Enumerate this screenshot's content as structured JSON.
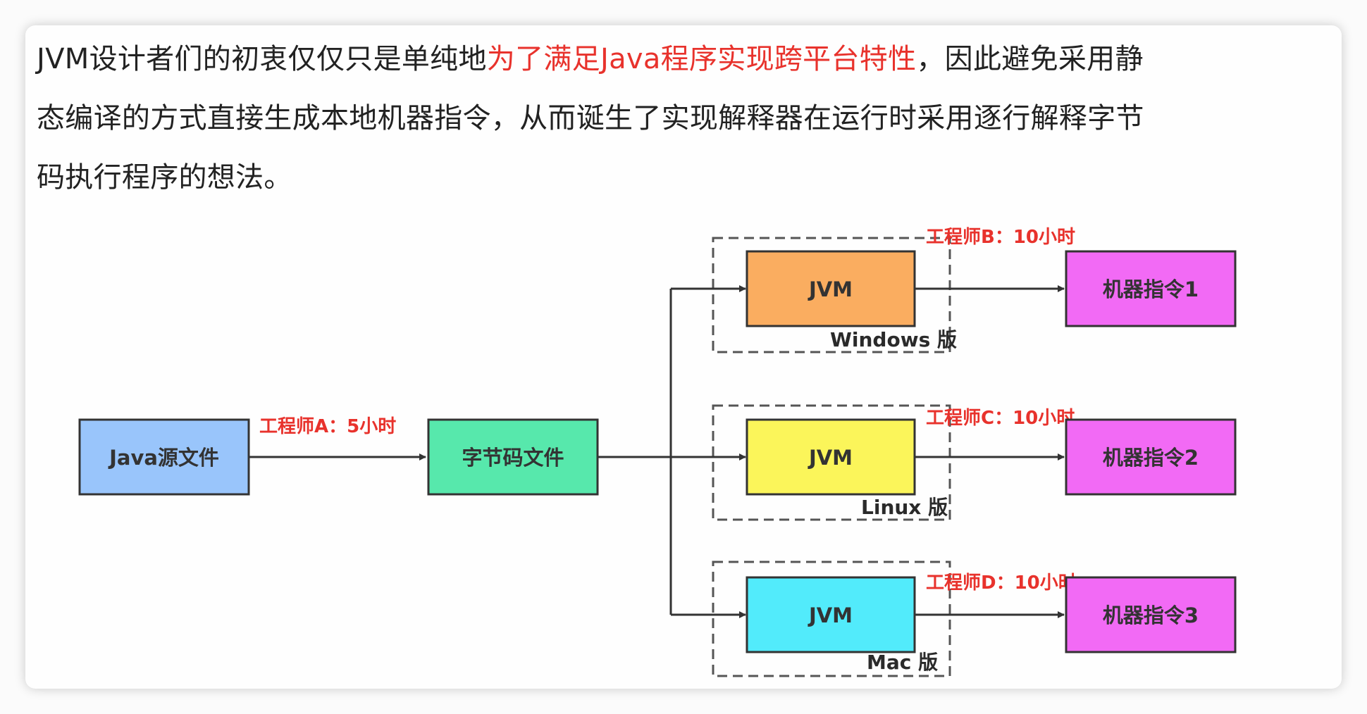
{
  "paragraph": {
    "line1_pre": "JVM设计者们的初衷仅仅只是单纯地",
    "line1_highlight": "为了满足Java程序实现跨平台特性",
    "line1_post": "，因此避免采用静",
    "line2": "态编译的方式直接生成本地机器指令，从而诞生了实现解释器在运行时采用逐行解释字节",
    "line3": "码执行程序的想法。"
  },
  "diagram": {
    "source": {
      "label": "Java源文件",
      "color": "#99c5fb"
    },
    "engineer_a": "工程师A：5小时",
    "bytecode": {
      "label": "字节码文件",
      "color": "#57e8ac"
    },
    "platforms": [
      {
        "jvm_label": "JVM",
        "jvm_color": "#faad60",
        "version": "Windows 版",
        "engineer": "工程师B：10小时",
        "output": "机器指令1"
      },
      {
        "jvm_label": "JVM",
        "jvm_color": "#fbf55a",
        "version": "Linux 版",
        "engineer": "工程师C：10小时",
        "output": "机器指令2"
      },
      {
        "jvm_label": "JVM",
        "jvm_color": "#52ebfb",
        "version": "Mac 版",
        "engineer": "工程师D：10小时",
        "output": "机器指令3"
      }
    ],
    "output_color": "#f26af5",
    "highlight_color": "#e8322c"
  }
}
